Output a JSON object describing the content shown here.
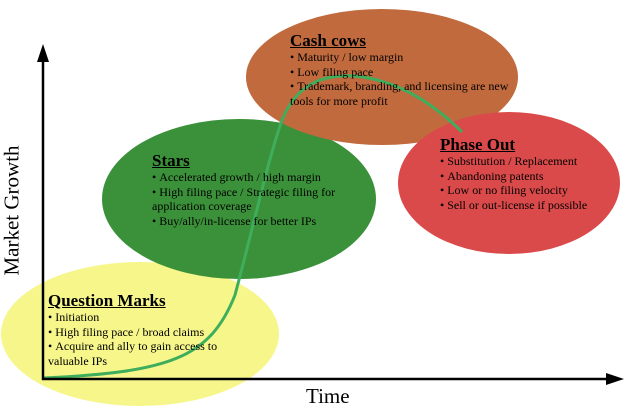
{
  "axes": {
    "x_label": "Time",
    "y_label": "Market Growth"
  },
  "stages": {
    "question_marks": {
      "title": "Question Marks",
      "color": "#f6f68a",
      "bullets": [
        "Initiation",
        "High filing pace / broad claims",
        "Acquire and ally to gain access to valuable IPs"
      ]
    },
    "stars": {
      "title": "Stars",
      "color": "#3b9139",
      "bullets": [
        "Accelerated growth / high margin",
        "High filing pace / Strategic filing for application coverage",
        "Buy/ally/in-license for better IPs"
      ]
    },
    "cash_cows": {
      "title": "Cash cows",
      "color": "#c06a3e",
      "bullets": [
        "Maturity / low margin",
        "Low filing pace",
        "Trademark, branding, and licensing are new tools for more profit"
      ]
    },
    "phase_out": {
      "title": "Phase Out",
      "color": "#db4a4a",
      "bullets": [
        "Substitution / Replacement",
        "Abandoning patents",
        "Low or no filing velocity",
        "Sell or out-license if possible"
      ]
    }
  },
  "curve_color": "#3fae5c"
}
